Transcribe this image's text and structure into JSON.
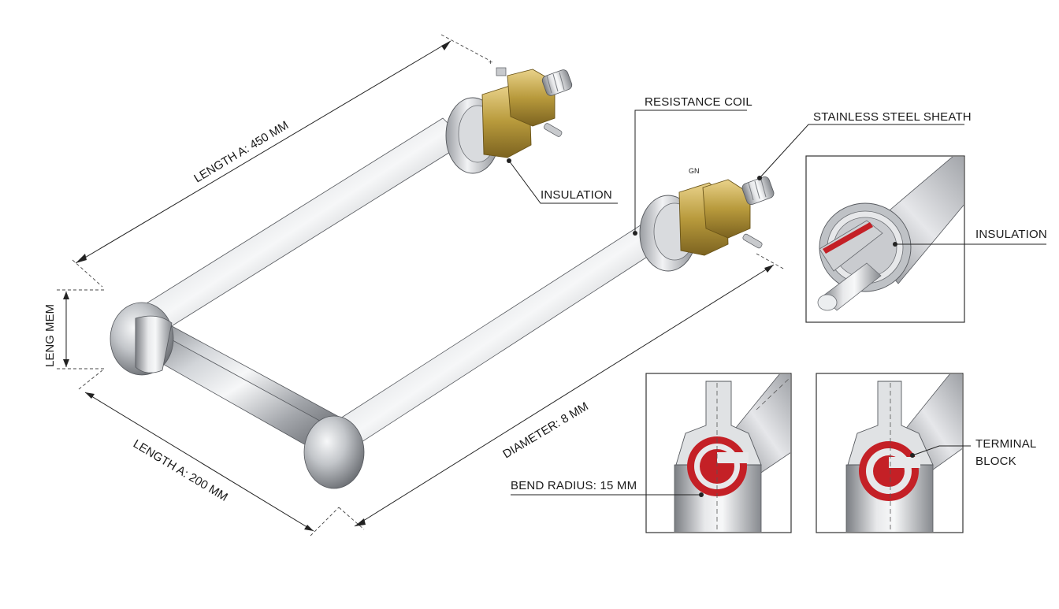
{
  "labels": {
    "resistance_coil": "RESISTANCE COIL",
    "stainless_sheath": "STAINLESS STEEL SHEATH",
    "insulation_main": "INSULATION",
    "insulation_detail": "INSULATION",
    "terminal_block_line1": "TERMINAL",
    "terminal_block_line2": "BLOCK",
    "bend_radius": "BEND RADIUS: 15 MM"
  },
  "dimensions": {
    "length_long": "LENGTH A: 450 MM",
    "length_short": "LENGTH A: 200 MM",
    "diameter": "DIAMETER: 8 MM",
    "vertical": "LENG MEM"
  },
  "terminal_marks": {
    "left_sign": "+",
    "right_tag": "GN"
  },
  "colors": {
    "steel_dark": "#7a7d82",
    "steel_light": "#f1f2f4",
    "brass": "#b89a3c",
    "core_red": "#c42026"
  }
}
